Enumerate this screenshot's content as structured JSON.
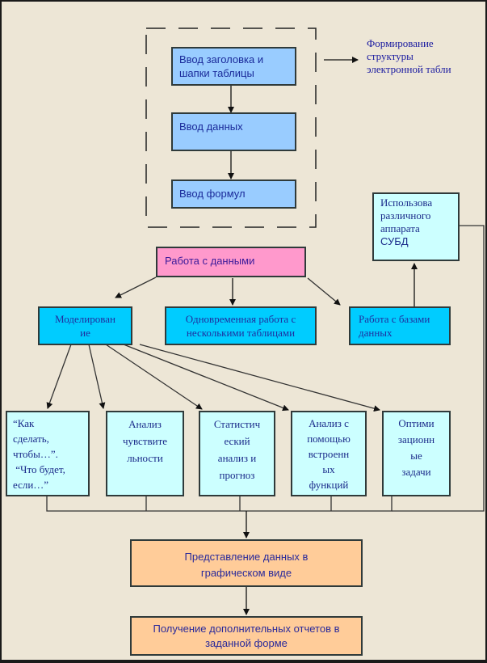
{
  "diagram": {
    "input_group": {
      "boxes": [
        {
          "id": "header-input",
          "lines": [
            "Ввод заголовка и",
            "шапки таблицы"
          ]
        },
        {
          "id": "data-input",
          "lines": [
            "Ввод данных"
          ]
        },
        {
          "id": "formula-input",
          "lines": [
            "Ввод формул"
          ]
        }
      ],
      "caption": [
        "Формирование",
        "структуры",
        "электронной табли"
      ]
    },
    "work_with_data": {
      "lines": [
        "Работа с данными"
      ]
    },
    "level2": [
      {
        "id": "modeling",
        "lines": [
          "Моделирован",
          "ие"
        ]
      },
      {
        "id": "multi-table",
        "lines": [
          "Одновременная работа с",
          "несколькими таблицами"
        ]
      },
      {
        "id": "databases",
        "lines": [
          "Работа с базами",
          "данных"
        ]
      }
    ],
    "dbms": {
      "lines": [
        "Использова",
        "различного",
        "аппарата",
        "СУБД"
      ]
    },
    "analysis_boxes": [
      {
        "id": "what-if",
        "lines": [
          "“Как",
          "сделать,",
          "чтобы…”.",
          " “Что будет,",
          "если…”"
        ]
      },
      {
        "id": "sensitivity",
        "lines": [
          "Анализ",
          "чувствите",
          "льности"
        ]
      },
      {
        "id": "statistics",
        "lines": [
          "Статистич",
          "еский",
          "анализ и",
          "прогноз"
        ]
      },
      {
        "id": "builtin-functions",
        "lines": [
          "Анализ с",
          "помощью",
          "встроенн",
          "ых",
          "функций"
        ]
      },
      {
        "id": "optimization",
        "lines": [
          "Оптими",
          "зационн",
          "ые",
          "задачи"
        ]
      }
    ],
    "graphical": {
      "lines": [
        "Представление данных в",
        "графическом виде"
      ]
    },
    "reports": {
      "lines": [
        "Получение дополнительных отчетов в",
        "заданной форме"
      ]
    },
    "colors": {
      "background": "#ede6d6",
      "input_boxes": "#99ccff",
      "level2_boxes": "#00ccff",
      "analysis_boxes": "#ccffff",
      "work_box": "#ff99cc",
      "output_boxes": "#ffcc99",
      "text": "#1a2a9a"
    }
  }
}
